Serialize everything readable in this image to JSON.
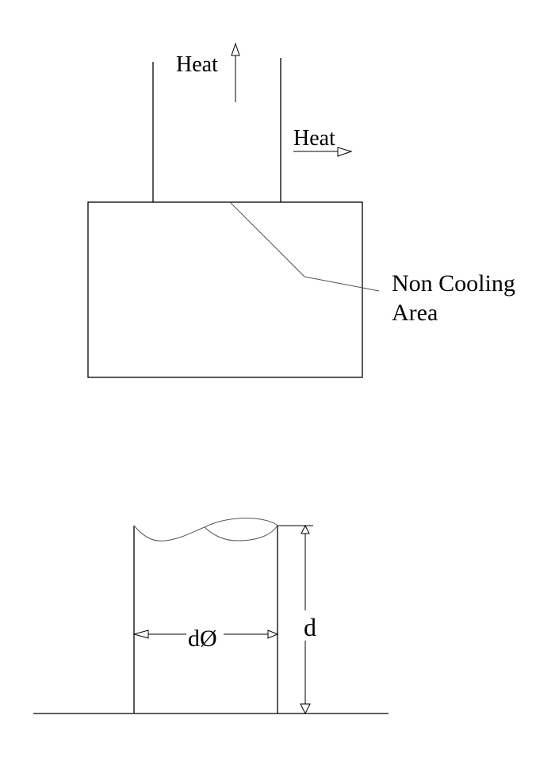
{
  "figure_top": {
    "labels": {
      "heat_up": "Heat",
      "heat_right": "Heat",
      "non_cooling_line1": "Non Cooling",
      "non_cooling_line2": "Area"
    }
  },
  "figure_bottom": {
    "labels": {
      "diameter": "dØ",
      "depth": "d"
    }
  },
  "colors": {
    "line": "#000000",
    "leader": "#555555",
    "background": "#ffffff"
  }
}
